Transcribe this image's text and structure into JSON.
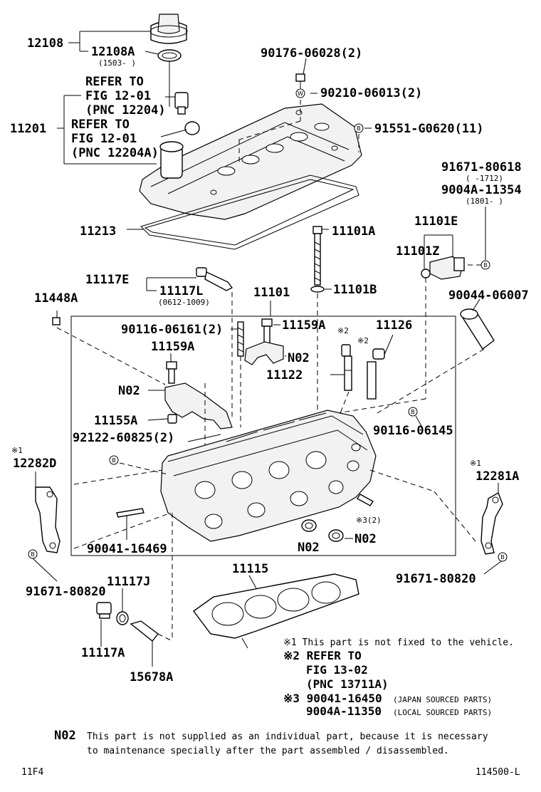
{
  "labels": {
    "p12108": "12108",
    "p12108a": "12108A",
    "p12108a_date": "(1503-    )",
    "p90176": "90176-06028(2)",
    "p90210": "90210-06013(2)",
    "p91551": "91551-G0620(11)",
    "refer1_a": "REFER TO",
    "refer1_b": "FIG 12-01",
    "refer1_c": "(PNC 12204)",
    "p11201": "11201",
    "refer2_a": "REFER TO",
    "refer2_b": "FIG 12-01",
    "refer2_c": "(PNC 12204A)",
    "p91671_80618": "91671-80618",
    "p91671_date": "(      -1712)",
    "p9004a_11354": "9004A-11354",
    "p9004a_date": "(1801-     )",
    "p11213": "11213",
    "p11101a": "11101A",
    "p11101e": "11101E",
    "p11101z": "11101Z",
    "p11117e": "11117E",
    "p11117l": "11117L",
    "p11117l_date": "(0612-1009)",
    "p11101": "11101",
    "p11101b": "11101B",
    "p11448a": "11448A",
    "p90044": "90044-06007",
    "p90116_06161": "90116-06161(2)",
    "p11159a_1": "11159A",
    "p11159a_2": "11159A",
    "mark2_a": "※2",
    "mark2_b": "※2",
    "p11126": "11126",
    "n02_1": "N02",
    "n02_2": "N02",
    "p11122": "11122",
    "p11155a": "11155A",
    "p92122": "92122-60825(2)",
    "p90116_06145": "90116-06145",
    "mark1_left": "※1",
    "p12282d": "12282D",
    "mark1_right": "※1",
    "p12281a": "12281A",
    "p90041_16469": "90041-16469",
    "mark3": "※3(2)",
    "n02_3": "N02",
    "n02_4": "N02",
    "p91671_80820_l": "91671-80820",
    "p91671_80820_r": "91671-80820",
    "p11115": "11115",
    "p11117j": "11117J",
    "p11117a": "11117A",
    "p15678a": "15678A"
  },
  "circle_marks": {
    "b": "B",
    "w": "W"
  },
  "notes": {
    "n1": "※1 This part is not fixed to the vehicle.",
    "n2_a": "※2 REFER TO",
    "n2_b": "FIG 13-02",
    "n2_c": "(PNC 13711A)",
    "n3_a_num": "※3 90041-16450",
    "n3_a_txt": "(JAPAN SOURCED PARTS)",
    "n3_b_num": "9004A-11350",
    "n3_b_txt": "(LOCAL SOURCED PARTS)",
    "n02_label": "N02",
    "n02_line1": "This part is not supplied as an individual part, because it is necessary",
    "n02_line2": "to maintenance specially after the part assembled / disassembled."
  },
  "footer": {
    "left": "11F4",
    "right": "114500-L"
  }
}
